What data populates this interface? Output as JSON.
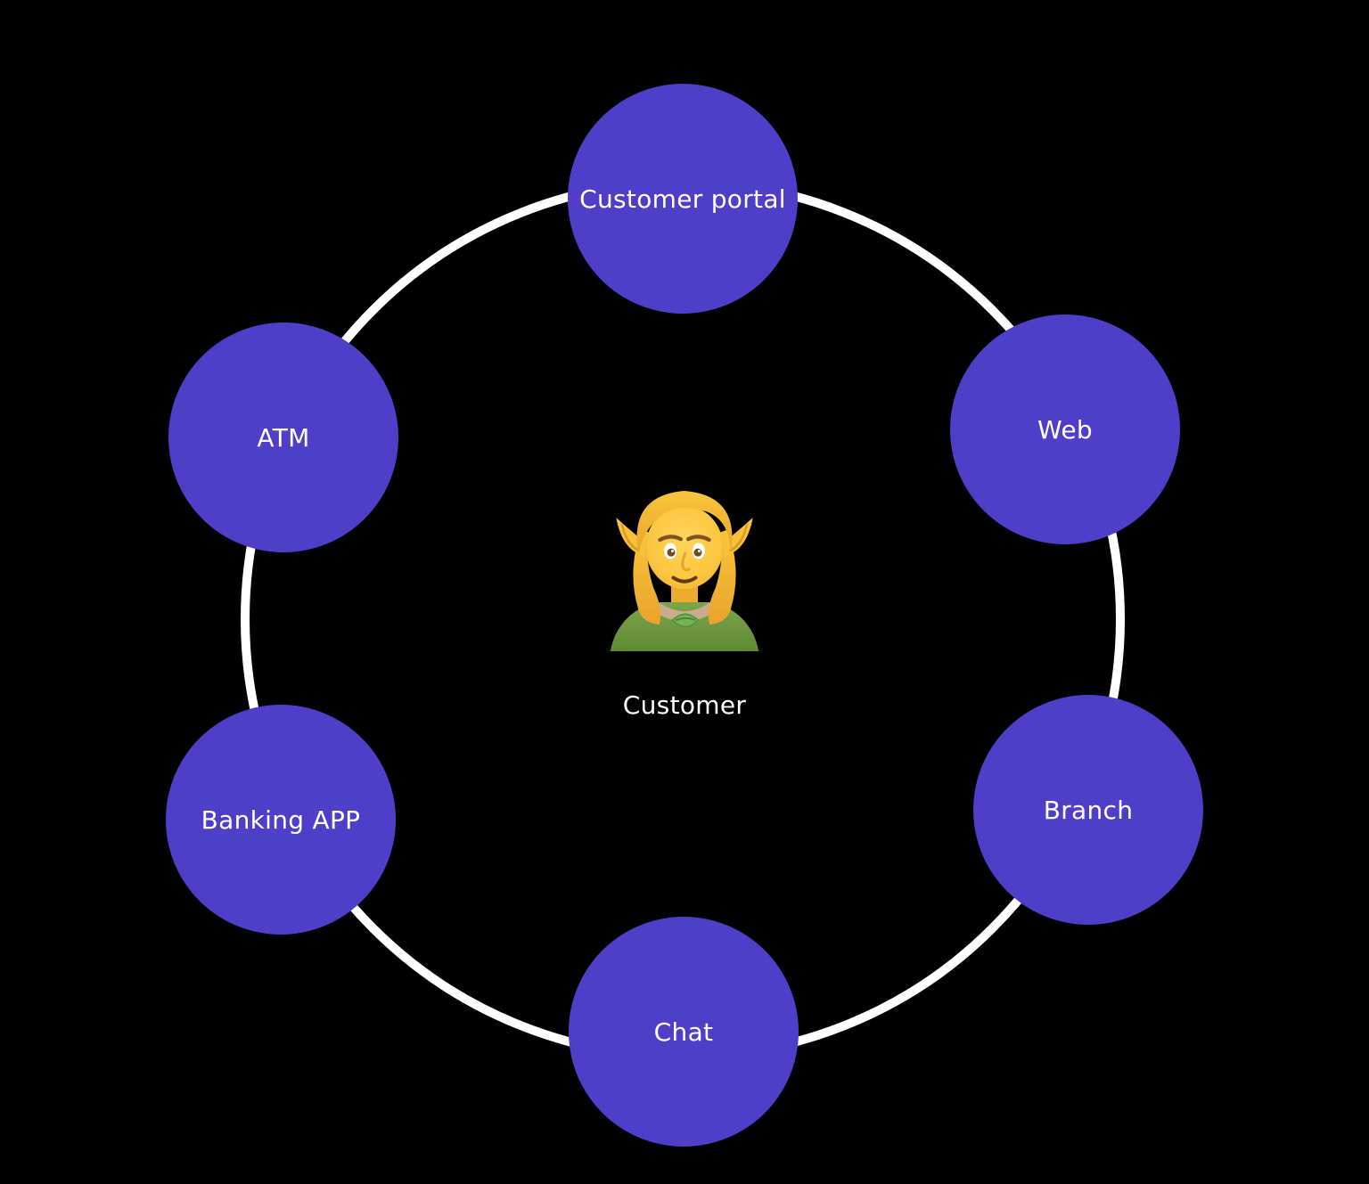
{
  "colors": {
    "background": "#000000",
    "node_fill": "#4E3EC8",
    "ring_stroke": "#FFFFFF",
    "label_text": "#FFFFFF"
  },
  "center": {
    "icon": "person-elf-emoji",
    "label": "Customer"
  },
  "nodes": [
    {
      "id": "customer-portal",
      "label": "Customer portal"
    },
    {
      "id": "web",
      "label": "Web"
    },
    {
      "id": "branch",
      "label": "Branch"
    },
    {
      "id": "chat",
      "label": "Chat"
    },
    {
      "id": "banking-app",
      "label": "Banking APP"
    },
    {
      "id": "atm",
      "label": "ATM"
    }
  ]
}
